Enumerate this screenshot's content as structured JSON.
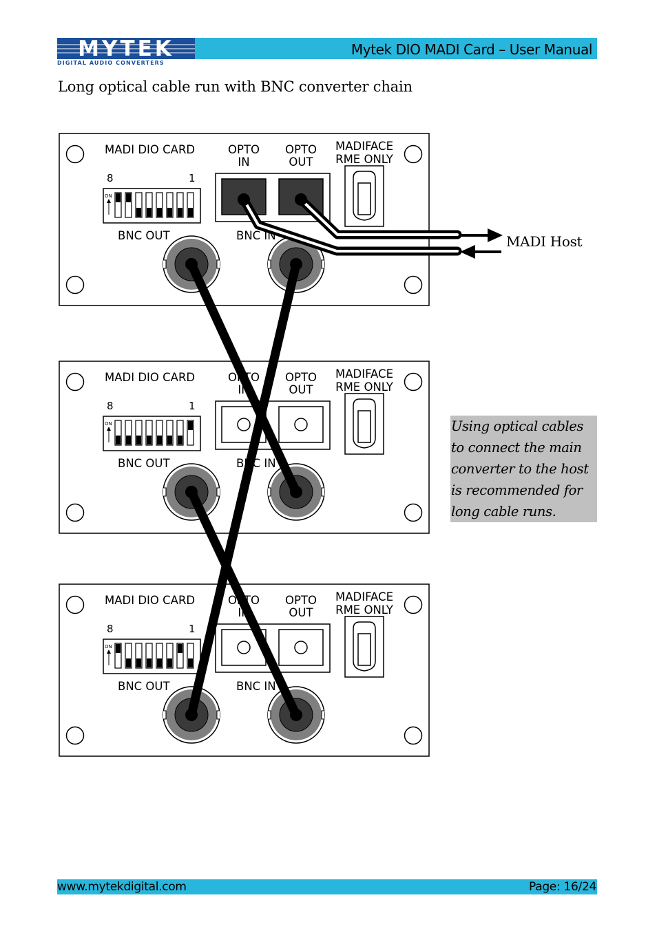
{
  "header": {
    "logo_text": "MYTEK",
    "logo_subtitle": "DIGITAL AUDIO CONVERTERS",
    "title": "Mytek DIO MADI Card – User Manual",
    "bar_color": "#29b6dc",
    "logo_color": "#1a4f9c"
  },
  "section_heading": "Long optical cable run with BNC converter chain",
  "cards": [
    {
      "title": "MADI DIO CARD",
      "opto_in": "OPTO IN",
      "opto_out": "OPTO OUT",
      "madiface": "MADIFACE",
      "rme_only": "RME ONLY",
      "dip_left": "8",
      "dip_right": "1",
      "dip_on": "ON",
      "bnc_out": "BNC OUT",
      "bnc_in": "BNC IN",
      "opto_ports": "connected"
    },
    {
      "title": "MADI DIO CARD",
      "opto_in": "OPTO IN",
      "opto_out": "OPTO OUT",
      "madiface": "MADIFACE",
      "rme_only": "RME ONLY",
      "dip_left": "8",
      "dip_right": "1",
      "dip_on": "ON",
      "bnc_out": "BNC OUT",
      "bnc_in": "BNC IN",
      "opto_ports": "empty"
    },
    {
      "title": "MADI DIO CARD",
      "opto_in": "OPTO IN",
      "opto_out": "OPTO OUT",
      "madiface": "MADIFACE",
      "rme_only": "RME ONLY",
      "dip_left": "8",
      "dip_right": "1",
      "dip_on": "ON",
      "bnc_out": "BNC OUT",
      "bnc_in": "BNC IN",
      "opto_ports": "empty"
    }
  ],
  "host_label": "MADI Host",
  "note": "Using optical cables to connect the main converter to the host is recommended for long cable runs.",
  "note_bg": "#c0c0c0",
  "footer": {
    "url": "www.mytekdigital.com",
    "page": "Page: 16/24"
  }
}
